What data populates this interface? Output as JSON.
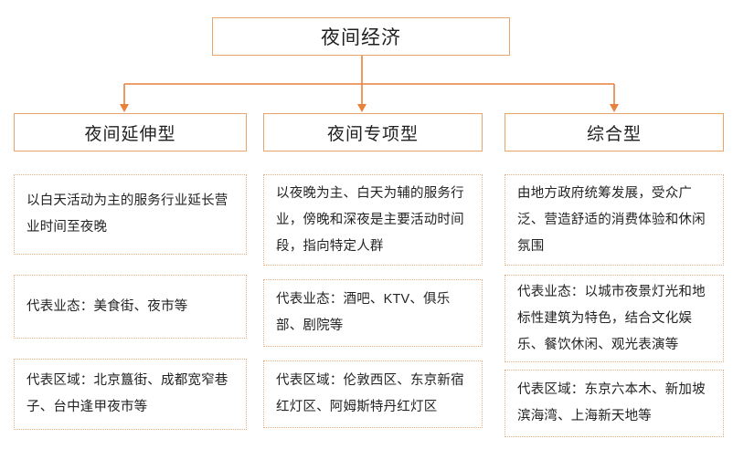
{
  "diagram": {
    "root": {
      "label": "夜间经济"
    },
    "accent_color": "#E8A46A",
    "card_border_color": "#E8B183",
    "text_color": "#232323",
    "branches": [
      {
        "header": "夜间延伸型",
        "cards": [
          "以白天活动为主的服务行业延长营业时间至夜晚",
          "代表业态：美食街、夜市等",
          "代表区域：北京簋街、成都宽窄巷子、台中逢甲夜市等"
        ]
      },
      {
        "header": "夜间专项型",
        "cards": [
          "以夜晚为主、白天为辅的服务行业，傍晚和深夜是主要活动时间段，指向特定人群",
          "代表业态：酒吧、KTV、俱乐部、剧院等",
          "代表区域：伦敦西区、东京新宿红灯区、阿姆斯特丹红灯区"
        ]
      },
      {
        "header": "综合型",
        "cards": [
          "由地方政府统筹发展，受众广泛、营造舒适的消费体验和休闲氛围",
          "代表业态：以城市夜景灯光和地标性建筑为特色，结合文化娱乐、餐饮休闲、观光表演等",
          "代表区域：东京六本木、新加坡滨海湾、上海新天地等"
        ]
      }
    ]
  }
}
